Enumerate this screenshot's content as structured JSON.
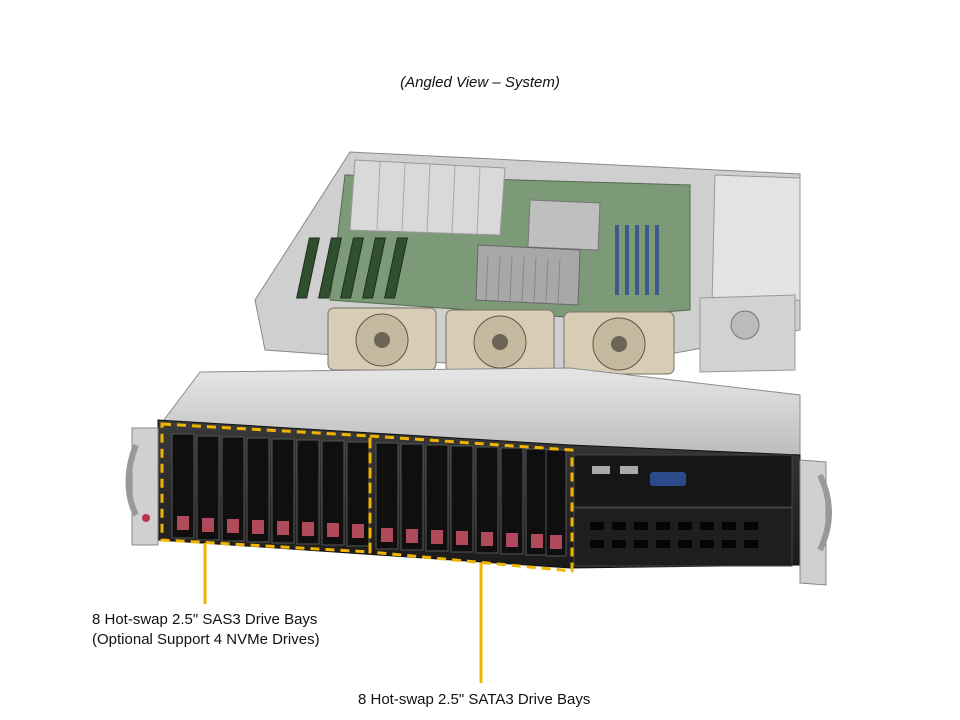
{
  "caption": "(Angled View – System)",
  "callouts": {
    "sas": {
      "line1": "8 Hot-swap 2.5\" SAS3 Drive Bays",
      "line2": "(Optional Support 4 NVMe Drives)"
    },
    "sata": {
      "line1": "8 Hot-swap 2.5\" SATA3 Drive Bays"
    }
  },
  "colors": {
    "callout": "#f0b400",
    "chassis": "#d8d8d8",
    "front": "#222222",
    "drive_latch": "#b04a5a"
  },
  "icons": [
    "server-chassis-image",
    "drive-bay-icon",
    "cooling-fan-icon",
    "usb-port-icon",
    "vga-port-icon"
  ]
}
